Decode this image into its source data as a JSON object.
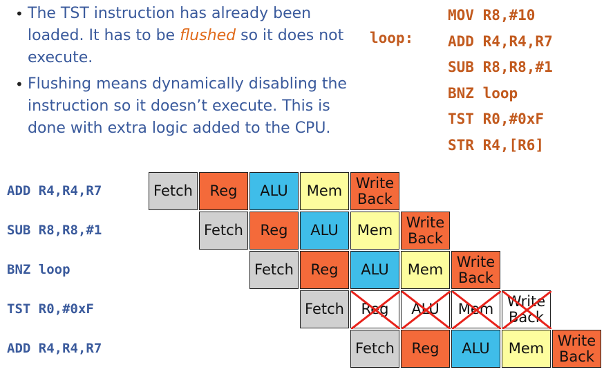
{
  "bullets": [
    {
      "pre": "The TST instruction has already been loaded.  It has to be ",
      "em": "flushed",
      "post": " so  it does not execute."
    },
    {
      "pre": "Flushing means dynamically disabling the instruction so it doesn’t execute. This is done with extra logic added to the CPU.",
      "em": "",
      "post": ""
    }
  ],
  "code": {
    "label": "loop:",
    "lines": [
      "MOV R8,#10",
      "ADD R4,R4,R7",
      "SUB R8,R8,#1",
      "BNZ loop",
      "TST R0,#0xF",
      "STR R4,[R6]"
    ]
  },
  "pipeline": {
    "rows": [
      {
        "instr": "ADD R4,R4,R7",
        "start": 0,
        "flushed": false
      },
      {
        "instr": "SUB R8,R8,#1",
        "start": 1,
        "flushed": false
      },
      {
        "instr": "BNZ loop",
        "start": 2,
        "flushed": false
      },
      {
        "instr": "TST R0,#0xF",
        "start": 3,
        "flushed": true
      },
      {
        "instr": "ADD R4,R4,R7",
        "start": 4,
        "flushed": false
      }
    ],
    "stages": [
      {
        "label": "Fetch",
        "cls": "fetch"
      },
      {
        "label": "Reg",
        "cls": "reg"
      },
      {
        "label": "ALU",
        "cls": "alu"
      },
      {
        "label": "Mem",
        "cls": "mem"
      },
      {
        "label": "Write Back",
        "cls": "wb"
      }
    ],
    "flush_color": "#e8231b"
  }
}
